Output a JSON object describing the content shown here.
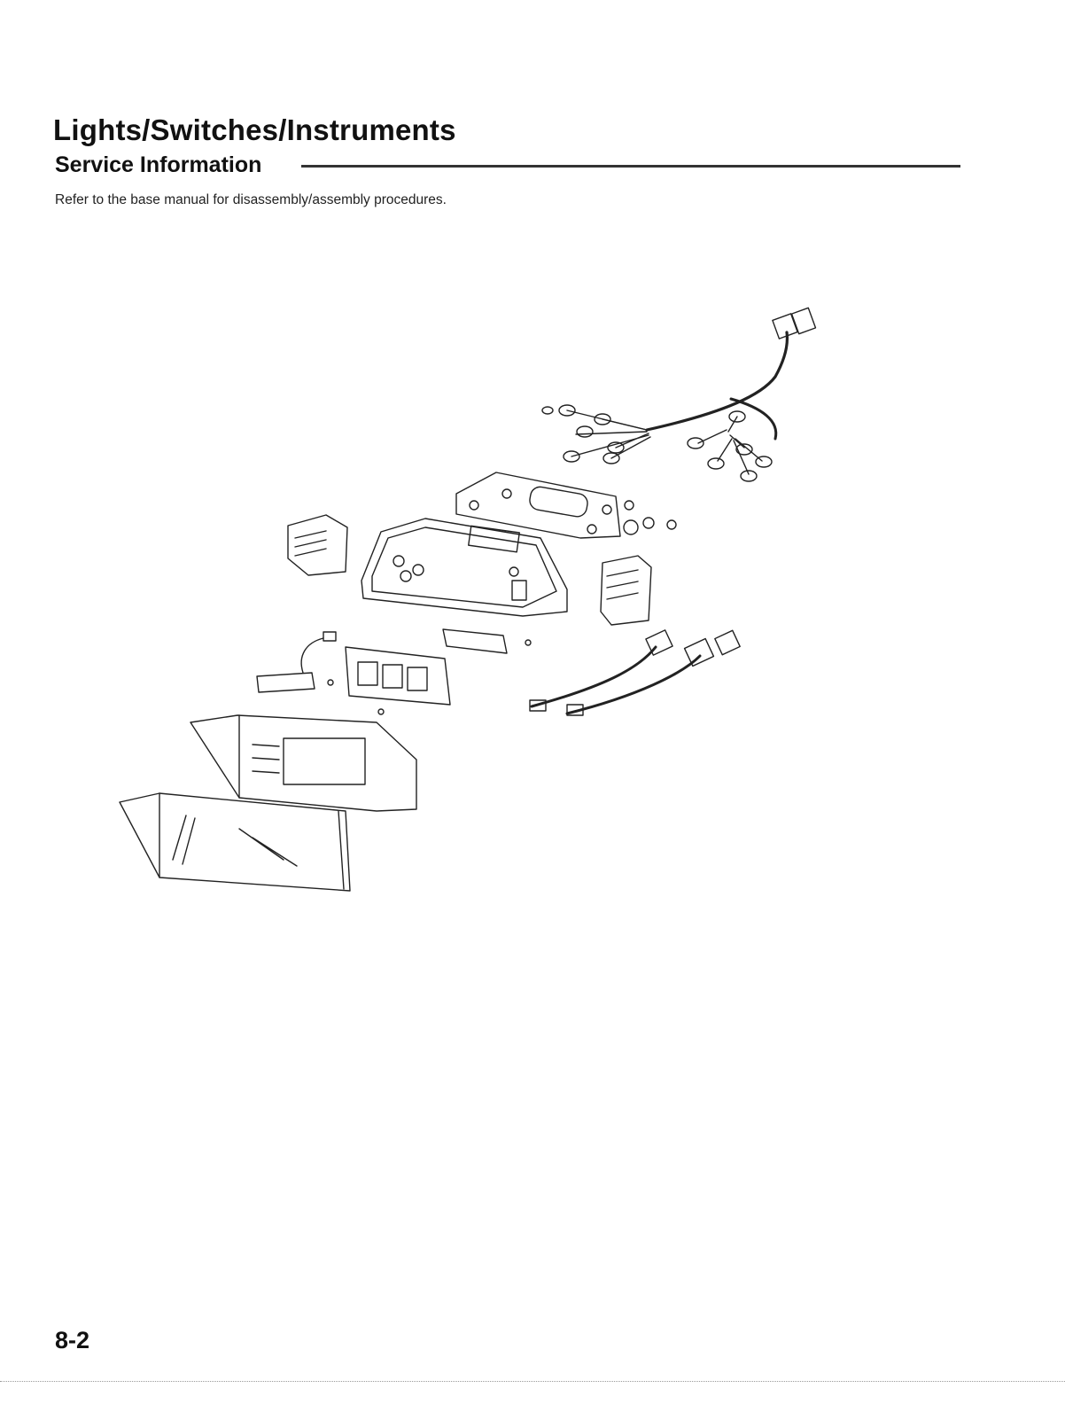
{
  "header": {
    "title": "Lights/Switches/Instruments",
    "section": "Service Information"
  },
  "body": {
    "note": "Refer to the base manual for disassembly/assembly procedures."
  },
  "footer": {
    "page_number": "8-2"
  }
}
